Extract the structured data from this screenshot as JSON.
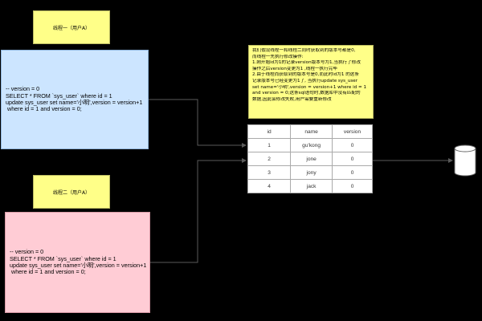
{
  "thread1": {
    "label": "线程一（用户A）",
    "code": [
      "-- version = 0",
      "SELECT * FROM `sys_user` where id = 1",
      "update sys_user set name='小明',version = version+1",
      " where id = 1 and version = 0;"
    ]
  },
  "thread2": {
    "label": "线程二（用户A）",
    "code": [
      "-- version = 0",
      "SELECT * FROM `sys_user` where id = 1",
      "update sys_user set name='小明',version = version+1",
      " where id = 1 and version = 0;"
    ]
  },
  "description": [
    "我们假设线程一和线程二同时获取到的版本号都是0,",
    "而线程一先执行修改操作:",
    "1.刚开始id为1的记录version版本号为1,当执行了修改",
    "操作之后version变更为1 ,线程一执行完毕",
    "2.由于线程而获取到的版本号是0,而此时id为1 的这条",
    "记录版本号已经变更为1了, 当执行update sys_user",
    "set name='小明',version = version+1  where id = 1",
    "and version = 0;这条sql语句时,数据库中没有匹配的",
    "数据,因此会修改失败,用户需要重新修改"
  ],
  "table": {
    "headers": [
      "id",
      "name",
      "version"
    ],
    "rows": [
      [
        "1",
        "gu'kong",
        "0"
      ],
      [
        "2",
        "jone",
        "0"
      ],
      [
        "3",
        "jony",
        "0"
      ],
      [
        "4",
        "jack",
        "0"
      ]
    ]
  },
  "colors": {
    "background": "#000000",
    "note": "#ffff88",
    "thread1_panel": "#cce5ff",
    "thread2_panel": "#ffccd5",
    "connector": "#5a5a5a"
  },
  "icons": [
    "database-icon"
  ]
}
